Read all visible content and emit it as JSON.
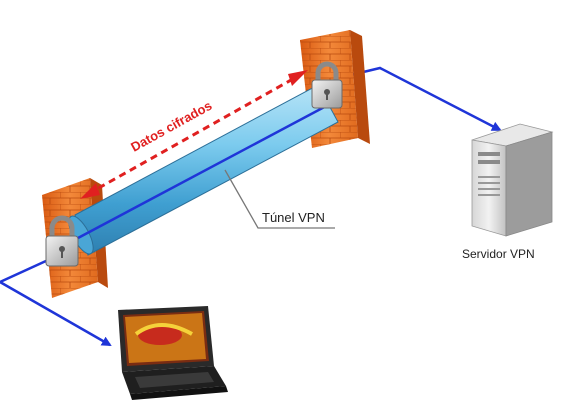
{
  "diagram": {
    "encrypted_label": "Datos cifrados",
    "tunnel_label": "Túnel VPN",
    "server_label": "Servidor VPN"
  },
  "colors": {
    "link_blue": "#1f35d8",
    "encrypted_red": "#e02020",
    "firewall_orange": "#f07a2a",
    "tunnel_cyan": "#63bde8"
  },
  "icons": [
    "firewall-icon",
    "padlock-icon",
    "server-icon",
    "laptop-icon",
    "arrow-icon"
  ]
}
